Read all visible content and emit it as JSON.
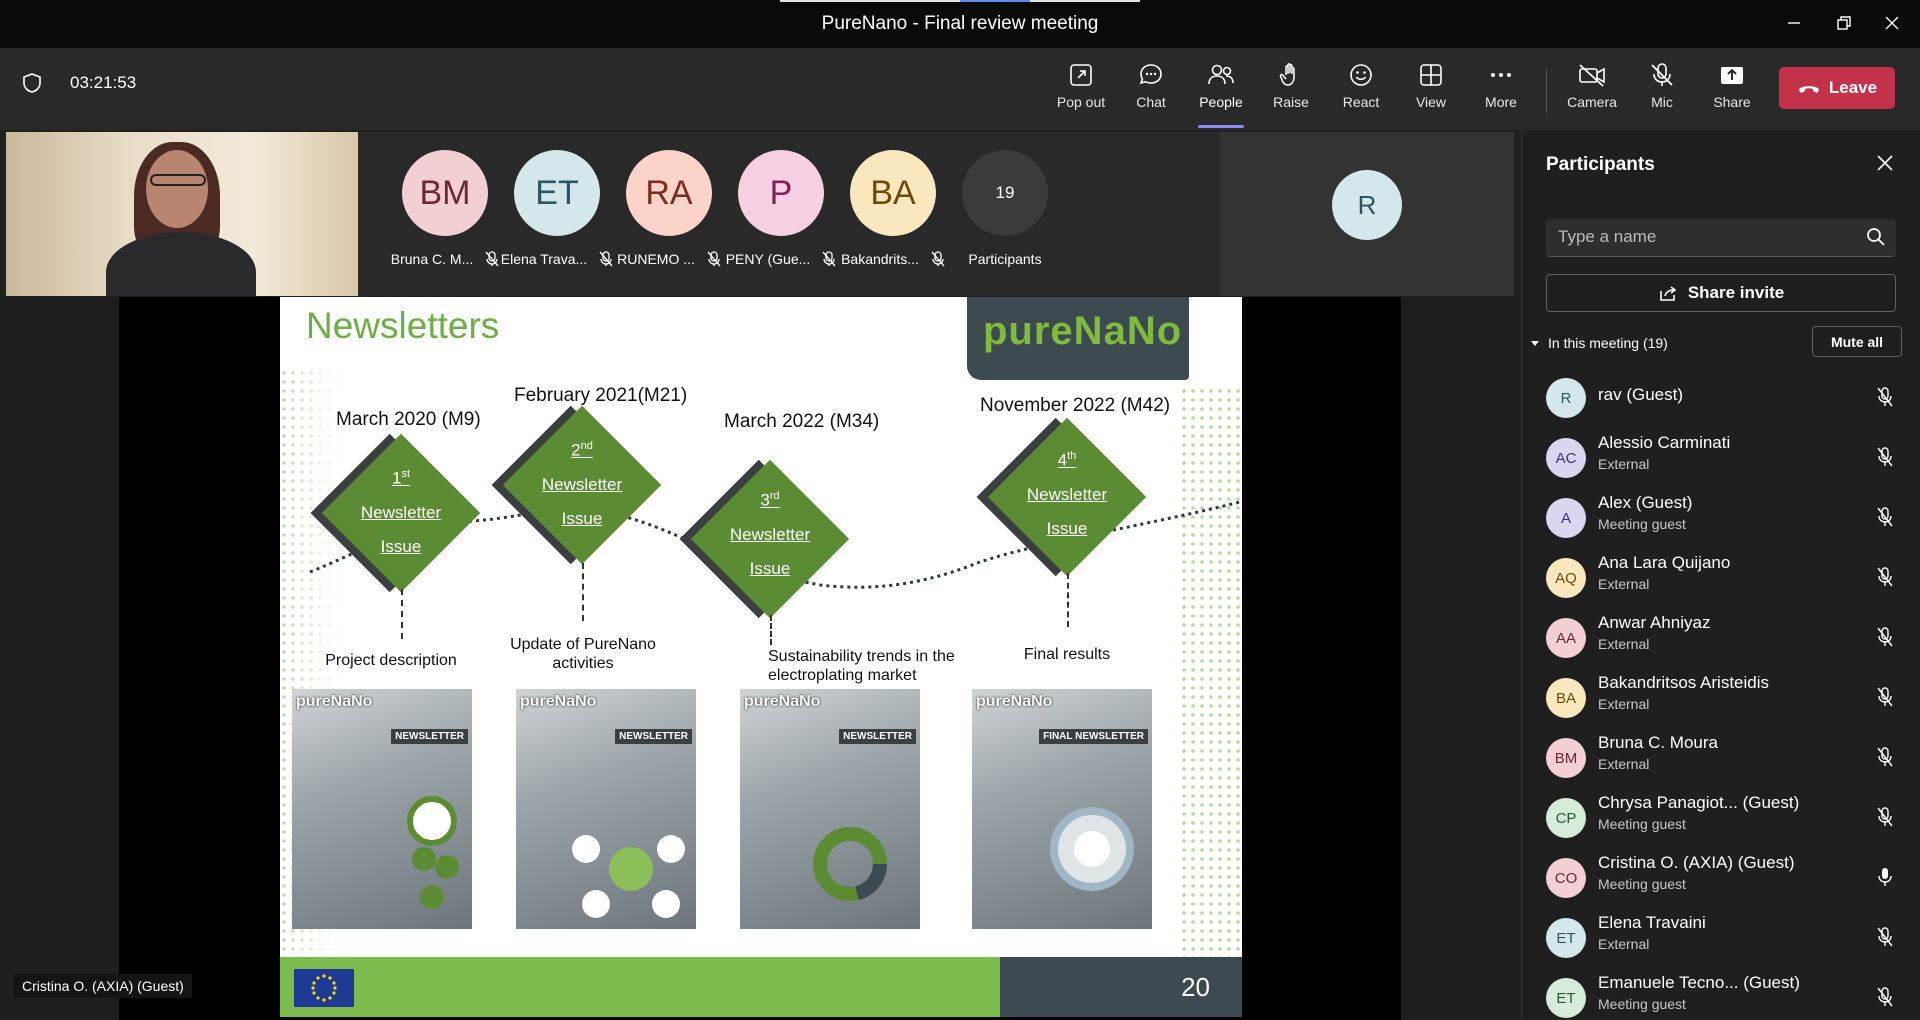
{
  "window": {
    "title": "PureNano - Final review meeting"
  },
  "toolbar": {
    "timer": "03:21:53",
    "buttons": [
      {
        "label": "Pop out",
        "icon": "pop-out-icon"
      },
      {
        "label": "Chat",
        "icon": "chat-icon"
      },
      {
        "label": "People",
        "icon": "people-icon"
      },
      {
        "label": "Raise",
        "icon": "raise-hand-icon"
      },
      {
        "label": "React",
        "icon": "smiley-icon"
      },
      {
        "label": "View",
        "icon": "grid-view-icon"
      },
      {
        "label": "More",
        "icon": "more-dots-icon"
      },
      {
        "label": "Camera",
        "icon": "camera-off-icon"
      },
      {
        "label": "Mic",
        "icon": "mic-off-icon"
      },
      {
        "label": "Share",
        "icon": "share-upload-icon"
      }
    ],
    "leave_label": "Leave",
    "leave_color": "#c4314b"
  },
  "gallery": {
    "tiles": [
      {
        "initials": "BM",
        "name": "Bruna C. M...",
        "bg": "#f1cfd3",
        "fg": "#6b2a33"
      },
      {
        "initials": "ET",
        "name": "Elena Trava...",
        "bg": "#d4e7ea",
        "fg": "#2c5660"
      },
      {
        "initials": "RA",
        "name": "RUNEMO ...",
        "bg": "#fbd3c8",
        "fg": "#7a2e1e"
      },
      {
        "initials": "P",
        "name": "PENY (Gue...",
        "bg": "#f6cfe3",
        "fg": "#7a2556"
      },
      {
        "initials": "BA",
        "name": "Bakandrits...",
        "bg": "#fbe7bd",
        "fg": "#6e4a0d"
      }
    ],
    "overflow_count": "19",
    "overflow_label": "Participants",
    "side_tile_initial": "R",
    "presenter_name": "Cristina O. (AXIA) (Guest)"
  },
  "slide": {
    "title": "Newsletters",
    "logo_text": "pureNaNo",
    "page_number": "20",
    "issues": [
      {
        "date": "March 2020 (M9)",
        "ordinal": "1",
        "ordinal_sup": "st",
        "line1": "Newsletter",
        "line2": "Issue",
        "desc": "Project description"
      },
      {
        "date": "February 2021(M21)",
        "ordinal": "2",
        "ordinal_sup": "nd",
        "line1": "Newsletter",
        "line2": "Issue",
        "desc": "Update of PureNano activities"
      },
      {
        "date": "March 2022 (M34)",
        "ordinal": "3",
        "ordinal_sup": "rd",
        "line1": "Newsletter",
        "line2": "Issue",
        "desc": "Sustainability trends in the electroplating market"
      },
      {
        "date": "November 2022 (M42)",
        "ordinal": "4",
        "ordinal_sup": "th",
        "line1": "Newsletter",
        "line2": "Issue",
        "desc": "Final results"
      }
    ],
    "thumbs": [
      {
        "logo": "pureNaNo",
        "badge": "NEWSLETTER"
      },
      {
        "logo": "pureNaNo",
        "badge": "NEWSLETTER"
      },
      {
        "logo": "pureNaNo",
        "badge": "NEWSLETTER"
      },
      {
        "logo": "pureNaNo",
        "badge": "FINAL NEWSLETTER"
      }
    ]
  },
  "panel": {
    "title": "Participants",
    "search_placeholder": "Type a name",
    "share_invite_label": "Share invite",
    "section_label": "In this meeting (19)",
    "mute_all_label": "Mute all",
    "participants": [
      {
        "initials": "R",
        "name": "rav (Guest)",
        "role": "",
        "bg": "#d4e7ea",
        "fg": "#2c5660",
        "mic": "off"
      },
      {
        "initials": "AC",
        "name": "Alessio Carminati",
        "role": "External",
        "bg": "#dad6f0",
        "fg": "#3b3270",
        "mic": "off"
      },
      {
        "initials": "A",
        "name": "Alex (Guest)",
        "role": "Meeting guest",
        "bg": "#dad6f0",
        "fg": "#3b3270",
        "mic": "off"
      },
      {
        "initials": "AQ",
        "name": "Ana Lara Quijano",
        "role": "External",
        "bg": "#fbe7bd",
        "fg": "#6e4a0d",
        "mic": "off"
      },
      {
        "initials": "AA",
        "name": "Anwar Ahniyaz",
        "role": "External",
        "bg": "#f1cfd3",
        "fg": "#6b2a33",
        "mic": "off"
      },
      {
        "initials": "BA",
        "name": "Bakandritsos Aristeidis",
        "role": "External",
        "bg": "#fbe7bd",
        "fg": "#6e4a0d",
        "mic": "off"
      },
      {
        "initials": "BM",
        "name": "Bruna C. Moura",
        "role": "External",
        "bg": "#f1cfd3",
        "fg": "#6b2a33",
        "mic": "off"
      },
      {
        "initials": "CP",
        "name": "Chrysa Panagiot... (Guest)",
        "role": "Meeting guest",
        "bg": "#d4ecd9",
        "fg": "#275a34",
        "mic": "off"
      },
      {
        "initials": "CO",
        "name": "Cristina O. (AXIA) (Guest)",
        "role": "Meeting guest",
        "bg": "#f1cfd3",
        "fg": "#6b2a33",
        "mic": "on"
      },
      {
        "initials": "ET",
        "name": "Elena Travaini",
        "role": "External",
        "bg": "#d4e7ea",
        "fg": "#2c5660",
        "mic": "off"
      },
      {
        "initials": "ET",
        "name": "Emanuele Tecno... (Guest)",
        "role": "Meeting guest",
        "bg": "#d4ecd9",
        "fg": "#275a34",
        "mic": "off"
      }
    ]
  }
}
